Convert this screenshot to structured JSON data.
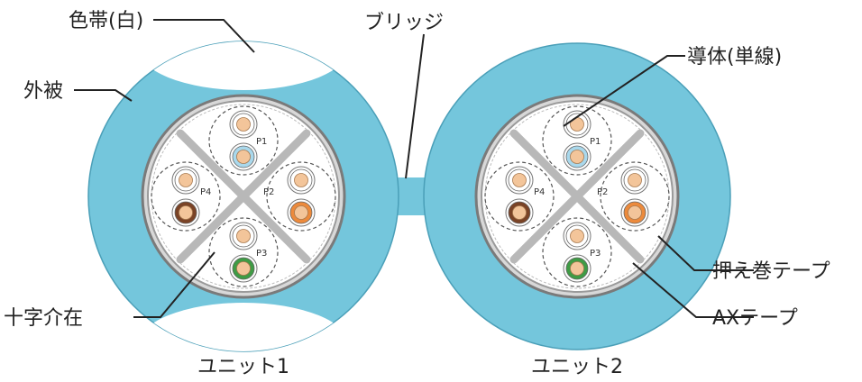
{
  "labels": {
    "color_band": "色帯(白)",
    "sheath": "外被",
    "bridge": "ブリッジ",
    "conductor": "導体(単線)",
    "holding_tape": "押え巻テープ",
    "ax_tape": "AXテープ",
    "cross_filler": "十字介在"
  },
  "units": [
    {
      "name": "ユニット1",
      "pairs": [
        "P1",
        "P2",
        "P3",
        "P4"
      ]
    },
    {
      "name": "ユニット2",
      "pairs": [
        "P1",
        "P2",
        "P3",
        "P4"
      ]
    }
  ],
  "colors": {
    "sheath": "#74c6dc",
    "conductor": "#f3c59a",
    "pair_blue": "#a9d8ec",
    "pair_orange": "#ec8a3c",
    "pair_green": "#3f9b45",
    "pair_brown": "#7a4326",
    "tape": "#8a8a8a"
  }
}
